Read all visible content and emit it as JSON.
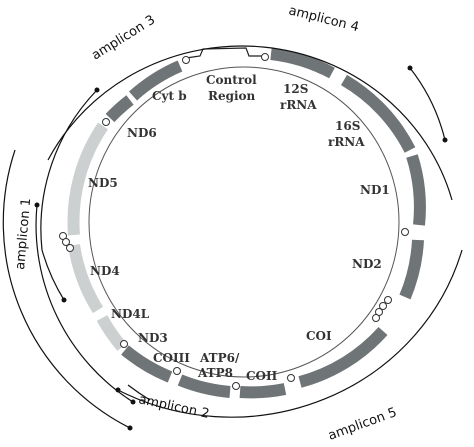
{
  "genes": {
    "control_region": [
      "Control",
      "Region"
    ],
    "rrna_12s": [
      "12S",
      "rRNA"
    ],
    "rrna_16s": [
      "16S",
      "rRNA"
    ],
    "nd1": "ND1",
    "nd2": "ND2",
    "coi": "COI",
    "coii": "COII",
    "atp": [
      "ATP6/",
      "ATP8"
    ],
    "coiii": "COIII",
    "nd3": "ND3",
    "nd4l": "ND4L",
    "nd4": "ND4",
    "nd5": "ND5",
    "nd6": "ND6",
    "cytb": "Cyt b"
  },
  "amplicons": {
    "a1": "amplicon 1",
    "a2": "amplicon 2",
    "a3": "amplicon 3",
    "a4": "amplicon 4",
    "a5": "amplicon 5"
  },
  "colors": {
    "dark_segment": "#6f7476",
    "light_segment": "#cdd0d1",
    "line": "#111111"
  }
}
